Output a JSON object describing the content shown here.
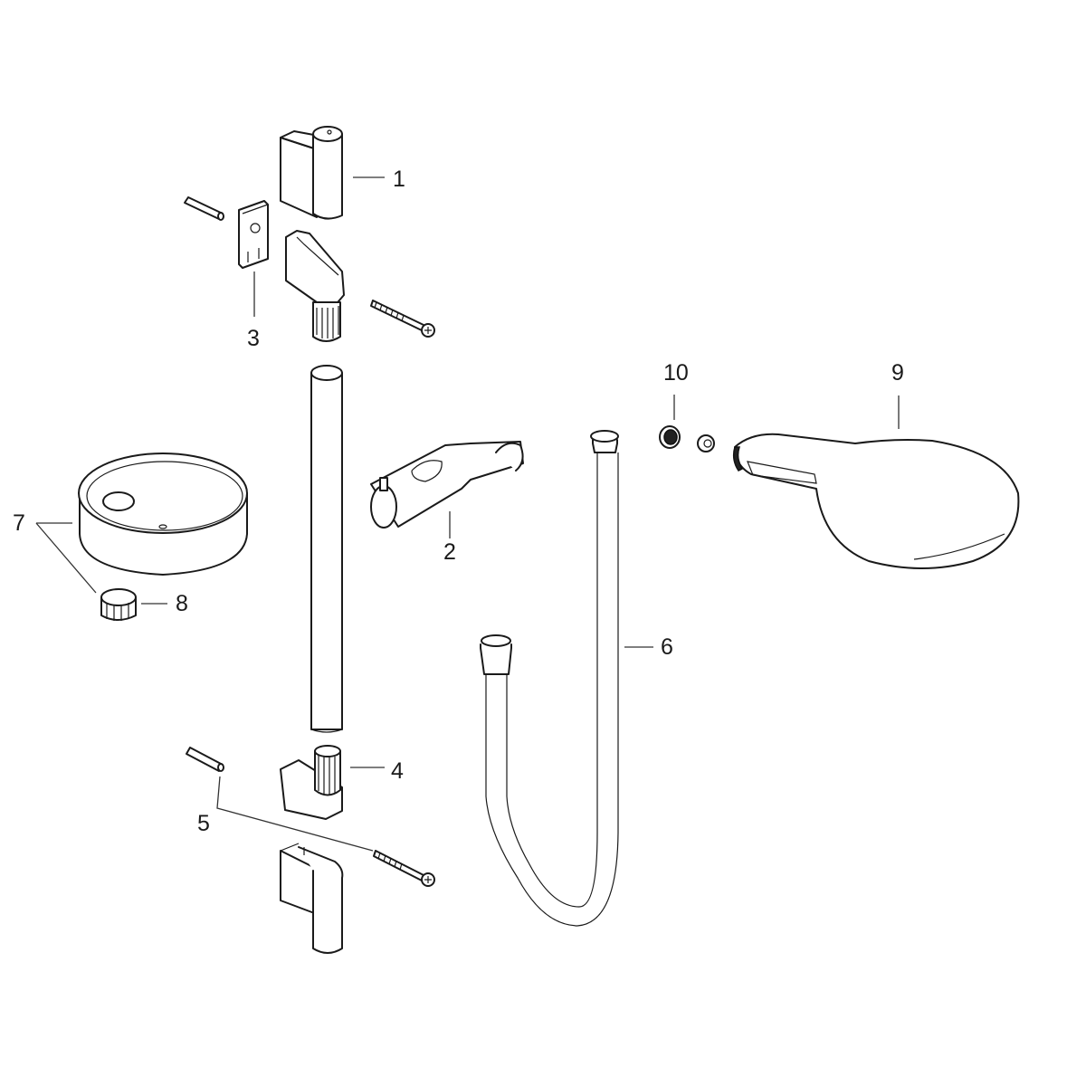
{
  "diagram": {
    "type": "exploded-parts-diagram",
    "subject": "Shower rail set",
    "callouts": [
      {
        "id": "1",
        "label": "1",
        "part": "upper wall bracket cover"
      },
      {
        "id": "2",
        "label": "2",
        "part": "sliding shower holder"
      },
      {
        "id": "3",
        "label": "3",
        "part": "wall mounting plate"
      },
      {
        "id": "4",
        "label": "4",
        "part": "lower wall bracket"
      },
      {
        "id": "5",
        "label": "5",
        "part": "dowel and screw set"
      },
      {
        "id": "6",
        "label": "6",
        "part": "shower hose"
      },
      {
        "id": "7",
        "label": "7",
        "part": "soap dish"
      },
      {
        "id": "8",
        "label": "8",
        "part": "soap dish nut"
      },
      {
        "id": "9",
        "label": "9",
        "part": "hand shower"
      },
      {
        "id": "10",
        "label": "10",
        "part": "filter seal"
      }
    ]
  }
}
